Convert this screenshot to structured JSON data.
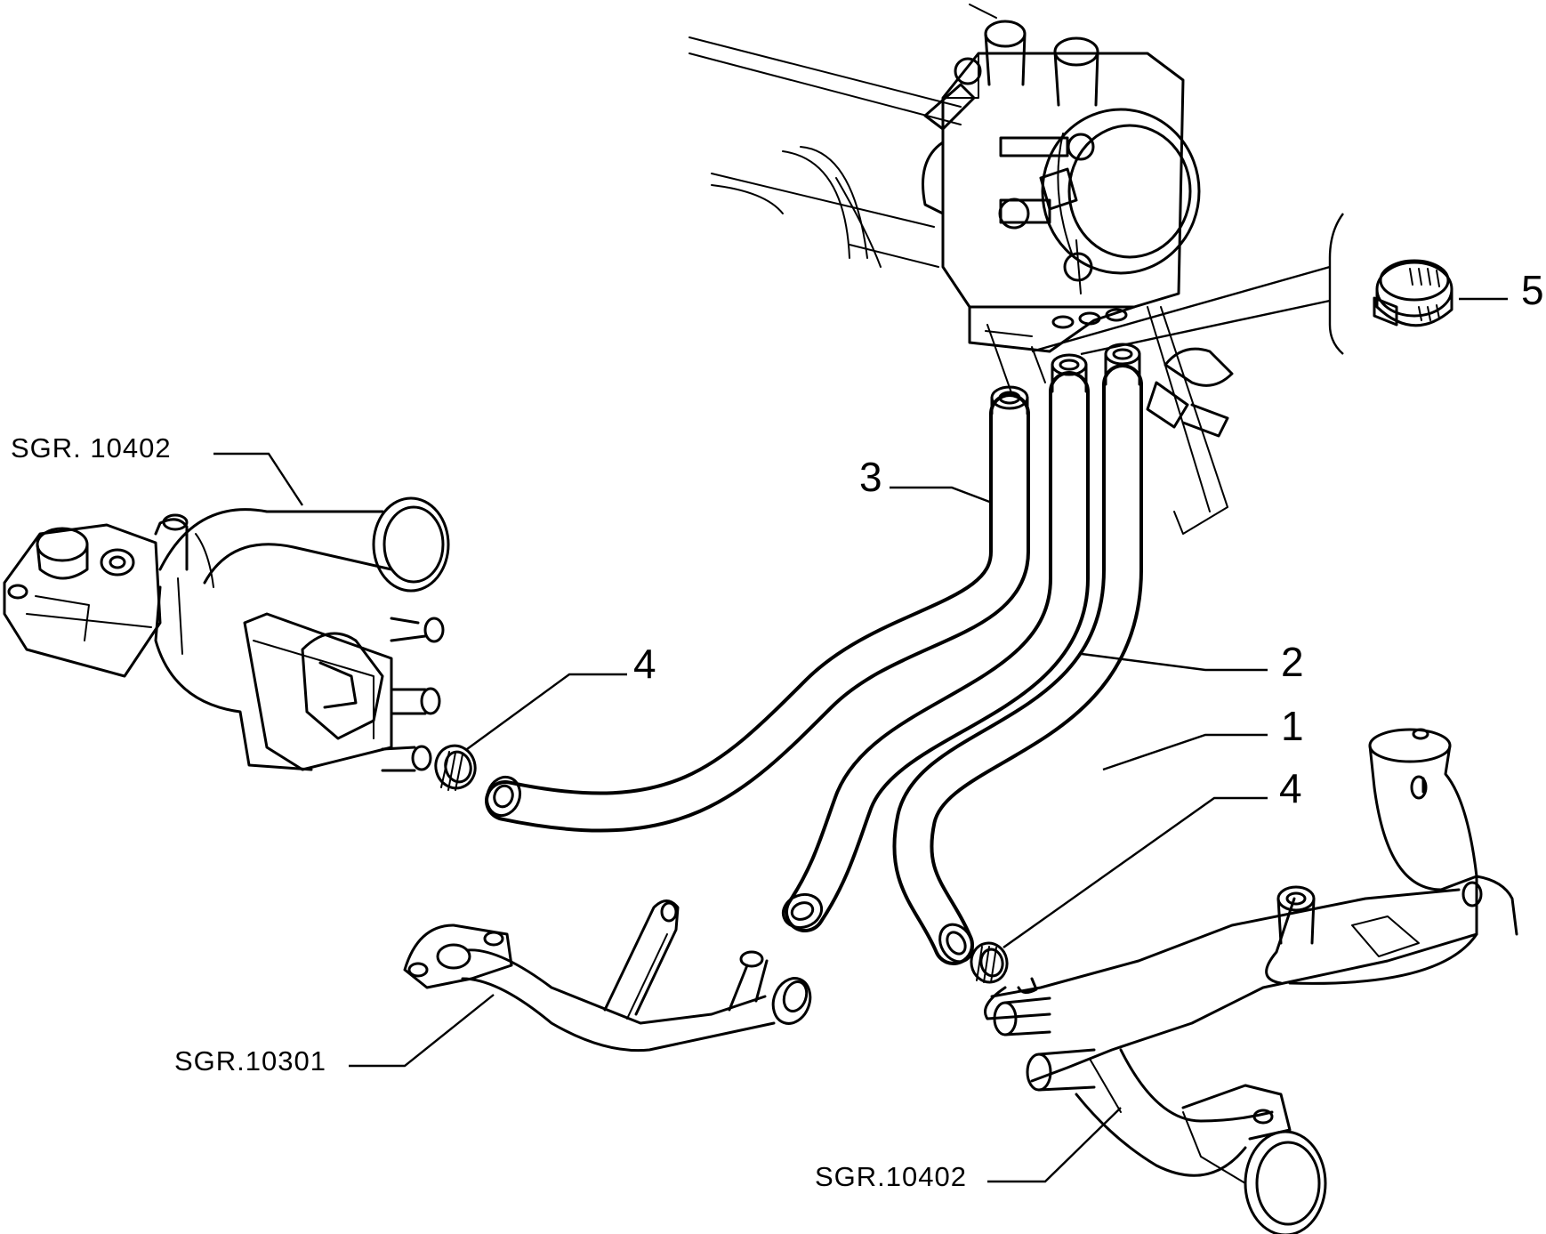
{
  "callouts": {
    "c1": "1",
    "c2": "2",
    "c3": "3",
    "c4a": "4",
    "c4b": "4",
    "c5": "5"
  },
  "references": {
    "thermostat_housing": "SGR. 10402",
    "metal_pipe": "SGR.10301",
    "water_manifold": "SGR.10402"
  },
  "colors": {
    "line": "#000000",
    "background": "#ffffff"
  }
}
